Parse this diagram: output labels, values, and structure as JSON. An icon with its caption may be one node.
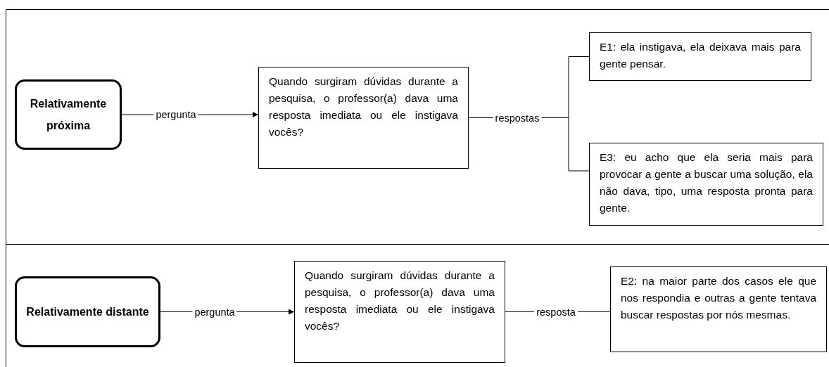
{
  "diagram": {
    "nodes": [
      {
        "text": [
          "Relativamente próxima"
        ]
      },
      {
        "text": [
          "Quando surgiram dúvidas durante a pesquisa, o professor(a) dava uma resposta imediata ou ele instigava vocês?"
        ]
      },
      {
        "text": [
          "E1: ela instigava, ela deixava mais para gente pensar."
        ]
      },
      {
        "text": [
          "E3: eu acho que ela seria mais para provocar a gente a buscar uma solução, ela não dava, tipo, uma resposta pronta para gente."
        ]
      },
      {
        "text": [
          "Relativamente distante"
        ]
      },
      {
        "text": [
          "Quando surgiram dúvidas durante a pesquisa, o professor(a) dava uma resposta imediata ou ele instigava vocês?"
        ]
      },
      {
        "text": [
          "E2: na maior parte dos casos ele que nos respondia e outras a gente tentava buscar respostas por nós mesmas."
        ]
      }
    ],
    "edges": [
      {
        "from": 0,
        "to": 1,
        "arrow": "to",
        "label": "pergunta"
      },
      {
        "from": 1,
        "to": 2,
        "arrow": "none",
        "label": "respostas"
      },
      {
        "from": 1,
        "to": 3,
        "arrow": "none"
      },
      {
        "from": 4,
        "to": 5,
        "arrow": "to",
        "label": "pergunta"
      },
      {
        "from": 5,
        "to": 6,
        "arrow": "none",
        "label": "resposta"
      }
    ]
  }
}
